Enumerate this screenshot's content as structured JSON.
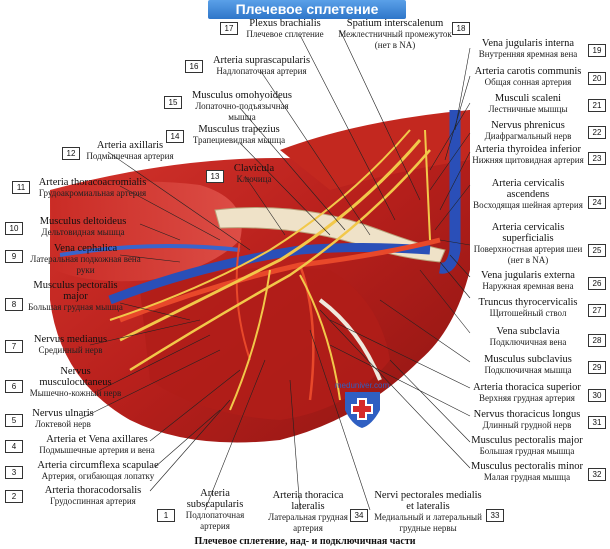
{
  "title": "Плечевое сплетение",
  "caption": "Плечевое сплетение, над- и подключичная части",
  "watermark": "meduniver.com",
  "labels": [
    {
      "n": "1",
      "la": "Arteria subscapularis",
      "ru": "Подлопаточная артерия"
    },
    {
      "n": "2",
      "la": "Arteria thoracodorsalis",
      "ru": "Грудоспинная артерия"
    },
    {
      "n": "3",
      "la": "Arteria circumflexa scapulae",
      "ru": "Артерия, огибающая лопатку"
    },
    {
      "n": "4",
      "la": "Arteria et Vena axillares",
      "ru": "Подмышечные артерия и вена"
    },
    {
      "n": "5",
      "la": "Nervus ulnaris",
      "ru": "Локтевой нерв"
    },
    {
      "n": "6",
      "la": "Nervus musculocutaneus",
      "ru": "Мышечно-кожный нерв"
    },
    {
      "n": "7",
      "la": "Nervus medianus",
      "ru": "Срединный нерв"
    },
    {
      "n": "8",
      "la": "Musculus pectoralis major",
      "ru": "Большая грудная мышца"
    },
    {
      "n": "9",
      "la": "Vena cephalica",
      "ru": "Латеральная подкожная вена руки"
    },
    {
      "n": "10",
      "la": "Musculus deltoideus",
      "ru": "Дельтовидная мышца"
    },
    {
      "n": "11",
      "la": "Arteria thoracoacromialis",
      "ru": "Грудоакромиальная артерия"
    },
    {
      "n": "12",
      "la": "Arteria axillaris",
      "ru": "Подмышечная артерия"
    },
    {
      "n": "13",
      "la": "Clavicula",
      "ru": "Ключица"
    },
    {
      "n": "14",
      "la": "Musculus trapezius",
      "ru": "Трапециевидная мышца"
    },
    {
      "n": "15",
      "la": "Musculus omohyoideus",
      "ru": "Лопаточно-подъязычная мышца"
    },
    {
      "n": "16",
      "la": "Arteria suprascapularis",
      "ru": "Надлопаточная артерия"
    },
    {
      "n": "17",
      "la": "Plexus brachialis",
      "ru": "Плечевое сплетение"
    },
    {
      "n": "18",
      "la": "Spatium interscalenum",
      "ru": "Межлестничный промежуток (нет в NA)"
    },
    {
      "n": "19",
      "la": "Vena jugularis interna",
      "ru": "Внутренняя яремная вена"
    },
    {
      "n": "20",
      "la": "Arteria carotis communis",
      "ru": "Общая сонная артерия"
    },
    {
      "n": "21",
      "la": "Musculi scaleni",
      "ru": "Лестничные мышцы"
    },
    {
      "n": "22",
      "la": "Nervus phrenicus",
      "ru": "Диафрагмальный нерв"
    },
    {
      "n": "23",
      "la": "Arteria thyroidea inferior",
      "ru": "Нижняя щитовидная артерия"
    },
    {
      "n": "24",
      "la": "Arteria cervicalis ascendens",
      "ru": "Восходящая шейная артерия"
    },
    {
      "n": "25",
      "la": "Arteria cervicalis superficialis",
      "ru": "Поверхностная артерия шеи (нет в NA)"
    },
    {
      "n": "26",
      "la": "Vena jugularis externa",
      "ru": "Наружная яремная вена"
    },
    {
      "n": "27",
      "la": "Truncus thyrocervicalis",
      "ru": "Щитошейный ствол"
    },
    {
      "n": "28",
      "la": "Vena subclavia",
      "ru": "Подключичная вена"
    },
    {
      "n": "29",
      "la": "Musculus subclavius",
      "ru": "Подключичная мышца"
    },
    {
      "n": "30",
      "la": "Arteria thoracica superior",
      "ru": "Верхняя грудная артерия"
    },
    {
      "n": "31",
      "la": "Nervus thoracicus longus",
      "ru": "Длинный грудной нерв"
    },
    {
      "n": "32",
      "la": "Musculus pectoralis minor",
      "ru": "Малая грудная мышца"
    },
    {
      "n": "33",
      "la": "Nervi pectorales medialis et lateralis",
      "ru": "Медиальный и латеральный грудные нервы"
    },
    {
      "n": "34",
      "la": "Arteria thoracica lateralis",
      "ru": "Латеральная грудная артерия"
    }
  ]
}
